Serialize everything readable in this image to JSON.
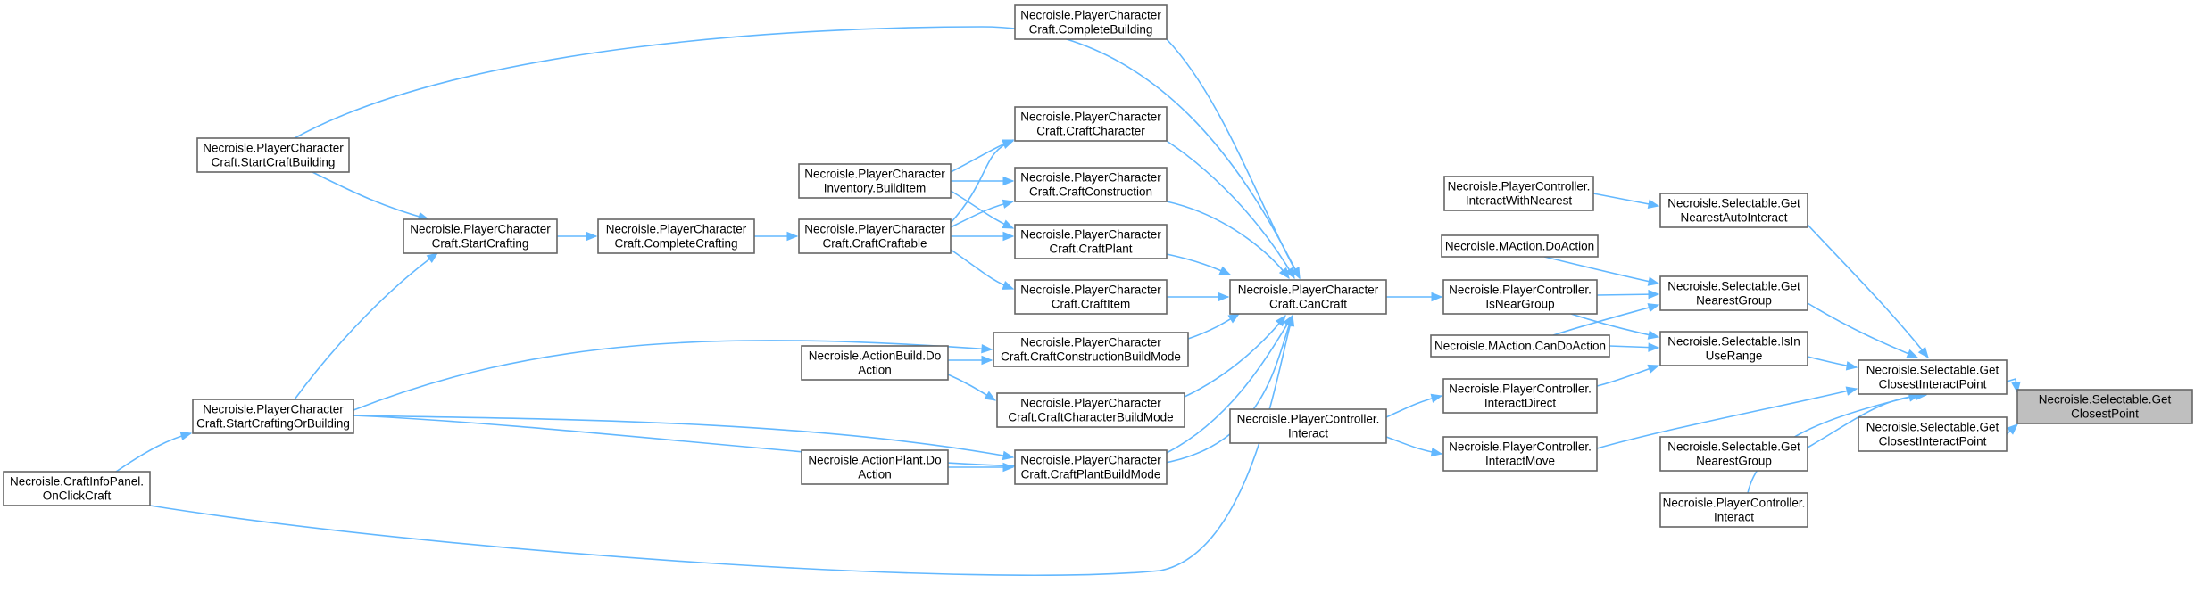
{
  "colors": {
    "edge": "#63b8ff",
    "node_border": "#666666",
    "highlight_fill": "#bfbfbf"
  },
  "nodes": {
    "getClosestPoint": [
      "Necroisle.Selectable.Get",
      "ClosestPoint"
    ],
    "getClosestInteractPoint1": [
      "Necroisle.Selectable.Get",
      "ClosestInteractPoint"
    ],
    "getClosestInteractPoint2": [
      "Necroisle.Selectable.Get",
      "ClosestInteractPoint"
    ],
    "getNearestAutoInteract": [
      "Necroisle.Selectable.Get",
      "NearestAutoInteract"
    ],
    "getNearestGroup1": [
      "Necroisle.Selectable.Get",
      "NearestGroup"
    ],
    "isInUseRange": [
      "Necroisle.Selectable.IsIn",
      "UseRange"
    ],
    "getNearestGroup2": [
      "Necroisle.Selectable.Get",
      "NearestGroup"
    ],
    "playerControllerInteract2": [
      "Necroisle.PlayerController.",
      "Interact"
    ],
    "interactWithNearest": [
      "Necroisle.PlayerController.",
      "InteractWithNearest"
    ],
    "mActionDoAction": [
      "Necroisle.MAction.DoAction"
    ],
    "isNearGroup": [
      "Necroisle.PlayerController.",
      "IsNearGroup"
    ],
    "mActionCanDoAction": [
      "Necroisle.MAction.CanDoAction"
    ],
    "interactDirect": [
      "Necroisle.PlayerController.",
      "InteractDirect"
    ],
    "interactMove": [
      "Necroisle.PlayerController.",
      "InteractMove"
    ],
    "playerControllerInteract1": [
      "Necroisle.PlayerController.",
      "Interact"
    ],
    "canCraft": [
      "Necroisle.PlayerCharacter",
      "Craft.CanCraft"
    ],
    "completeBuilding": [
      "Necroisle.PlayerCharacter",
      "Craft.CompleteBuilding"
    ],
    "craftCharacter": [
      "Necroisle.PlayerCharacter",
      "Craft.CraftCharacter"
    ],
    "craftConstruction": [
      "Necroisle.PlayerCharacter",
      "Craft.CraftConstruction"
    ],
    "craftPlant": [
      "Necroisle.PlayerCharacter",
      "Craft.CraftPlant"
    ],
    "craftItem": [
      "Necroisle.PlayerCharacter",
      "Craft.CraftItem"
    ],
    "craftConstructionBuildMode": [
      "Necroisle.PlayerCharacter",
      "Craft.CraftConstructionBuildMode"
    ],
    "craftCharacterBuildMode": [
      "Necroisle.PlayerCharacter",
      "Craft.CraftCharacterBuildMode"
    ],
    "craftPlantBuildMode": [
      "Necroisle.PlayerCharacter",
      "Craft.CraftPlantBuildMode"
    ],
    "inventoryBuildItem": [
      "Necroisle.PlayerCharacter",
      "Inventory.BuildItem"
    ],
    "craftCraftable": [
      "Necroisle.PlayerCharacter",
      "Craft.CraftCraftable"
    ],
    "actionBuildDoAction": [
      "Necroisle.ActionBuild.Do",
      "Action"
    ],
    "actionPlantDoAction": [
      "Necroisle.ActionPlant.Do",
      "Action"
    ],
    "completeCrafting": [
      "Necroisle.PlayerCharacter",
      "Craft.CompleteCrafting"
    ],
    "startCrafting": [
      "Necroisle.PlayerCharacter",
      "Craft.StartCrafting"
    ],
    "startCraftBuilding": [
      "Necroisle.PlayerCharacter",
      "Craft.StartCraftBuilding"
    ],
    "startCraftingOrBuilding": [
      "Necroisle.PlayerCharacter",
      "Craft.StartCraftingOrBuilding"
    ],
    "craftInfoPanel": [
      "Necroisle.CraftInfoPanel.",
      "OnClickCraft"
    ]
  }
}
